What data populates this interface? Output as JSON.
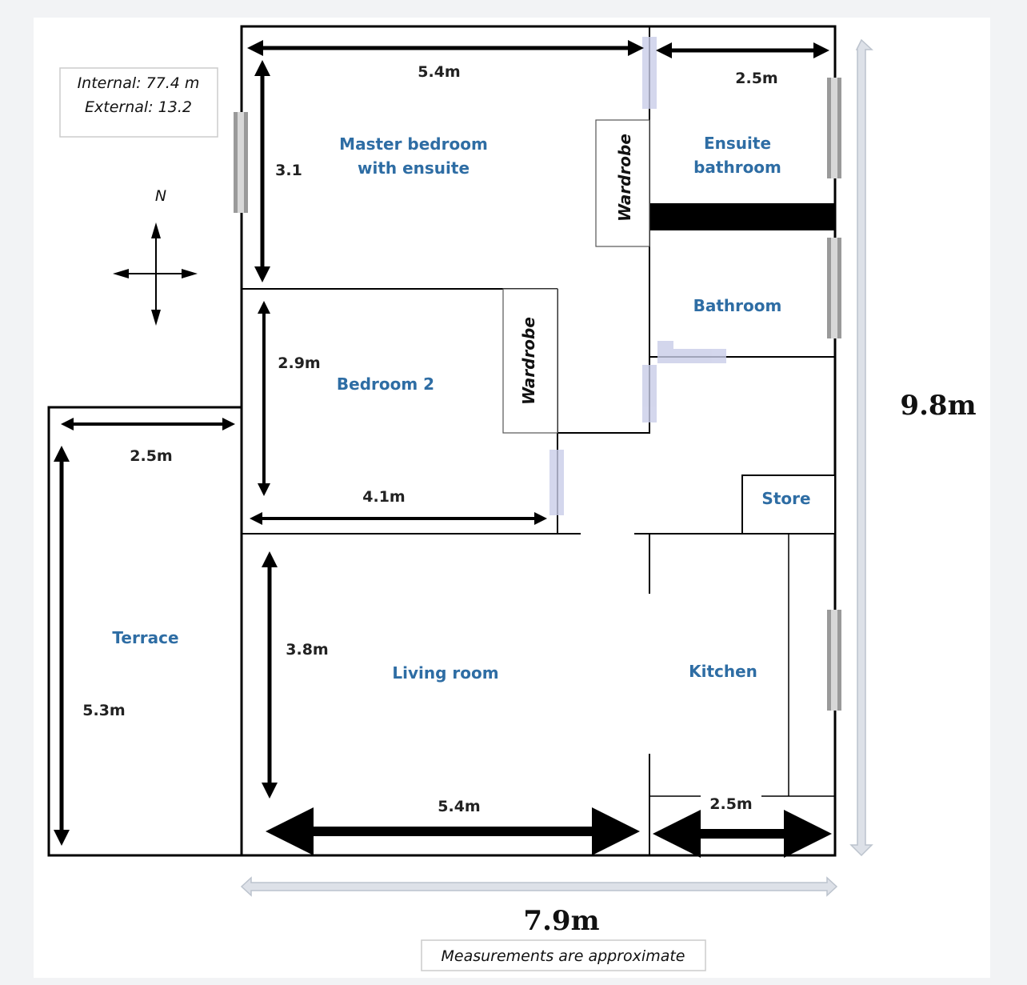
{
  "summary": {
    "internal": "Internal: 77.4 m",
    "external": "External: 13.2"
  },
  "compass": {
    "north": "N"
  },
  "rooms": {
    "master_line1": "Master bedroom",
    "master_line2": "with ensuite",
    "ensuite_line1": "Ensuite",
    "ensuite_line2": "bathroom",
    "bathroom": "Bathroom",
    "bedroom2": "Bedroom 2",
    "terrace": "Terrace",
    "living": "Living room",
    "kitchen": "Kitchen",
    "store": "Store",
    "wardrobe": "Wardrobe"
  },
  "dimensions": {
    "master_width": "5.4m",
    "master_height": "3.1",
    "ensuite_width": "2.5m",
    "bedroom2_height": "2.9m",
    "bedroom2_width": "4.1m",
    "terrace_width": "2.5m",
    "terrace_height": "5.3m",
    "living_height": "3.8m",
    "living_width": "5.4m",
    "kitchen_width": "2.5m",
    "overall_height": "9.8m",
    "overall_width": "7.9m"
  },
  "footnote": "Measurements are approximate",
  "colors": {
    "room_label": "#2e6da4",
    "wall": "#000000",
    "window": "#9a9a9a",
    "door": "#c9cde8",
    "overall_arrow": "#d5d9e0"
  }
}
